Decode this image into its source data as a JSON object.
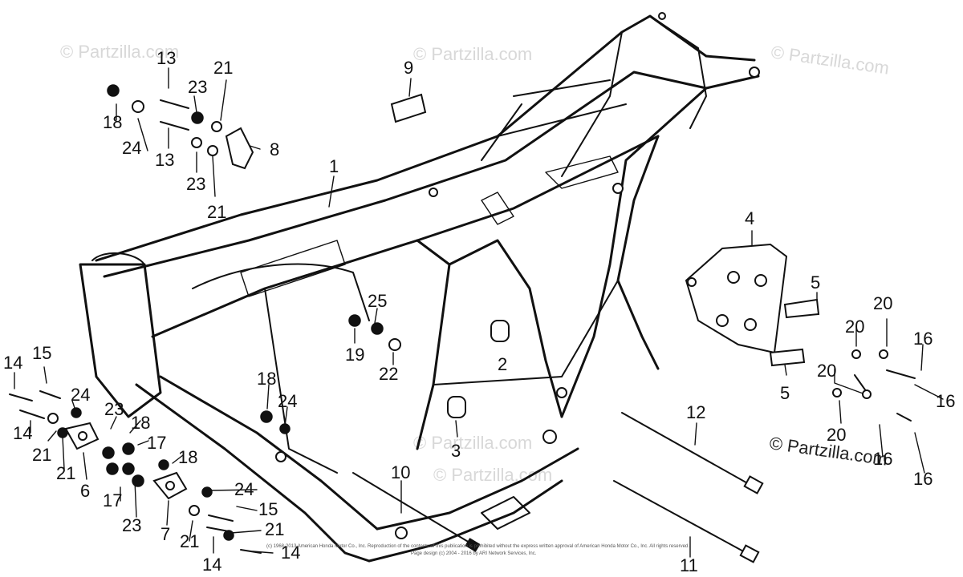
{
  "watermarks": [
    "© Partzilla.com",
    "© Partzilla.com",
    "© Partzilla.com",
    "© Partzilla.com",
    "© Partzilla.com",
    "© Partzilla.com"
  ],
  "callouts": {
    "c1": "1",
    "c2": "2",
    "c3": "3",
    "c4": "4",
    "c5a": "5",
    "c5b": "5",
    "c6": "6",
    "c7": "7",
    "c8": "8",
    "c9": "9",
    "c10": "10",
    "c11": "11",
    "c12": "12",
    "c13a": "13",
    "c13b": "13",
    "c14a": "14",
    "c14b": "14",
    "c14c": "14",
    "c14d": "14",
    "c15a": "15",
    "c15b": "15",
    "c16a": "16",
    "c16b": "16",
    "c16c": "16",
    "c16d": "16",
    "c17a": "17",
    "c17b": "17",
    "c18a": "18",
    "c18b": "18",
    "c18c": "18",
    "c18d": "18",
    "c19": "19",
    "c20a": "20",
    "c20b": "20",
    "c20c": "20",
    "c20d": "20",
    "c21a": "21",
    "c21b": "21",
    "c21c": "21",
    "c21d": "21",
    "c21e": "21",
    "c22": "22",
    "c23a": "23",
    "c23b": "23",
    "c23c": "23",
    "c23d": "23",
    "c24a": "24",
    "c24b": "24",
    "c24c": "24",
    "c24d": "24",
    "c25": "25"
  },
  "footer": {
    "line1": "(c) 1968-2013 American Honda Motor Co., Inc. Reproduction of the contents of this publication is prohibited without the express written approval of American Honda Motor Co., Inc. All rights reserved.",
    "line2": "Page design (c) 2004 - 2016 by ARI Network Services, Inc."
  }
}
